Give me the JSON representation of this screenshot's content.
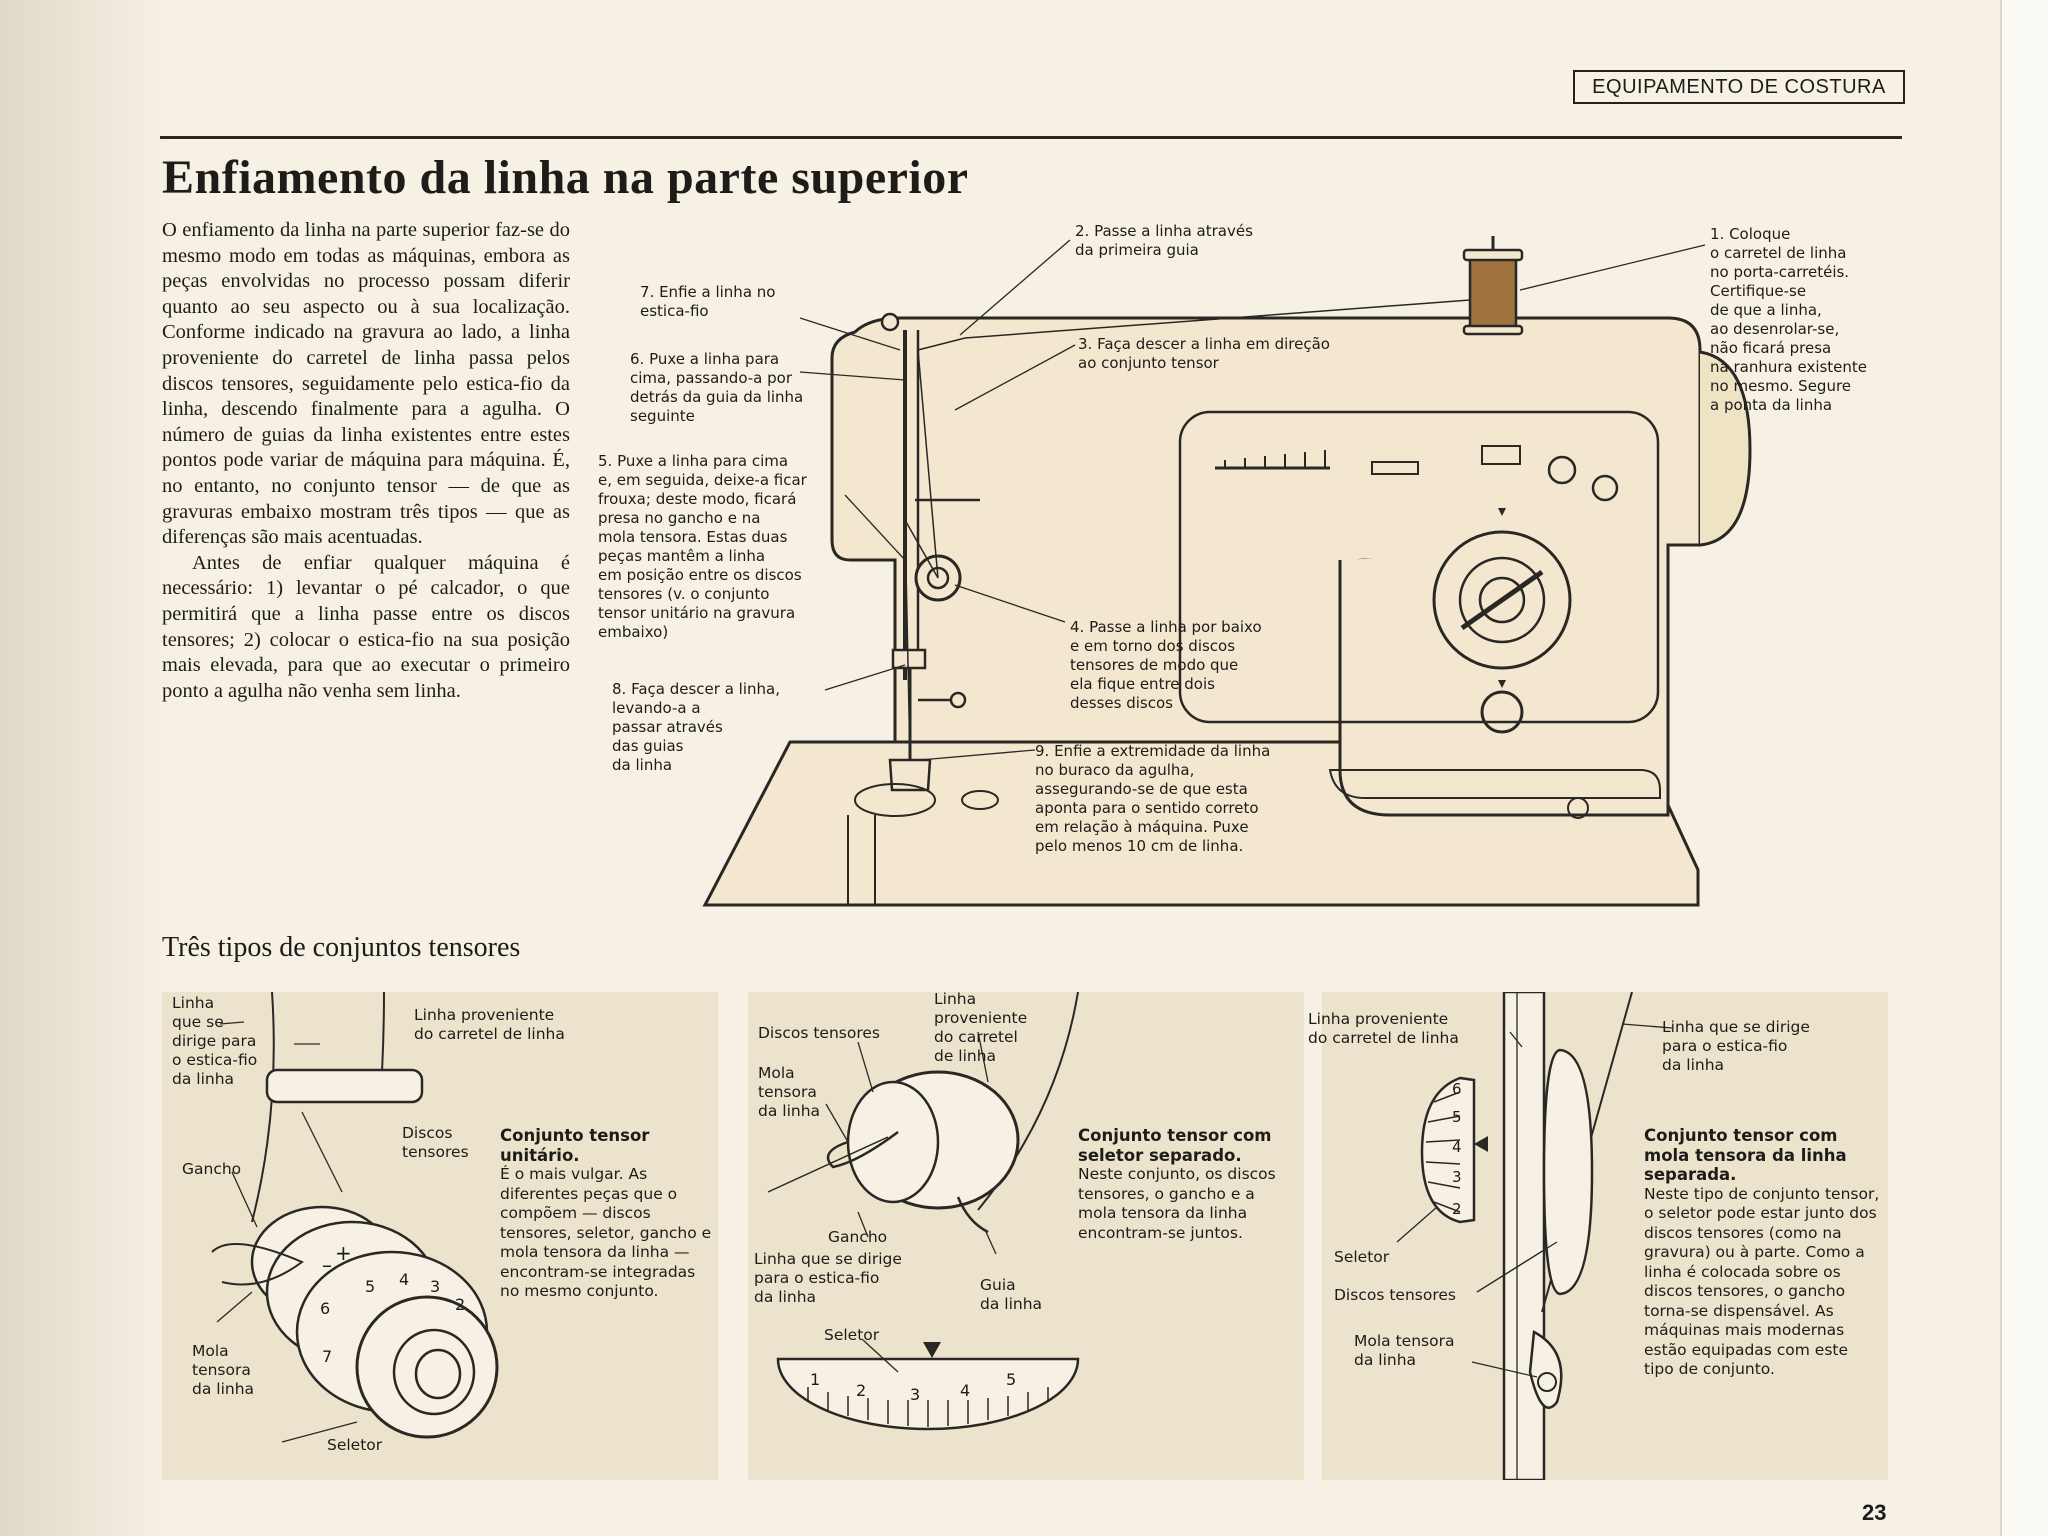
{
  "header": {
    "section_label": "EQUIPAMENTO DE COSTURA"
  },
  "title": "Enfiamento da linha na parte superior",
  "body": [
    "O enfiamento da linha na parte superior faz-se do mesmo modo em todas as máquinas, embora as peças envolvidas no processo possam diferir quanto ao seu aspecto ou à sua localização. Conforme indicado na gravura ao lado, a linha proveniente do carretel de linha passa pelos discos tensores, seguidamente pelo estica-fio da linha, descendo finalmente para a agulha. O número de guias da linha existentes entre estes pontos pode variar de máquina para máquina. É, no entanto, no conjunto tensor — de que as gravuras embaixo mostram três tipos — que as diferenças são mais acentuadas.",
    "Antes de enfiar qualquer máquina é necessário: 1) levantar o pé calcador, o que permitirá que a linha passe entre os discos tensores; 2) colocar o estica-fio na sua posição mais elevada, para que ao executar o primeiro ponto a agulha não venha sem linha."
  ],
  "steps": {
    "s1": "1. Coloque\no carretel de linha\nno porta-carretéis.\nCertifique-se\nde que a linha,\nao desenrolar-se,\nnão ficará presa\nna ranhura existente\nno mesmo. Segure\na ponta da linha",
    "s2": "2. Passe a linha através\nda primeira guia",
    "s3": "3. Faça descer a linha em direção\nao conjunto tensor",
    "s4": "4. Passe a linha por baixo\ne em torno dos discos\ntensores de modo que\nela fique entre dois\ndesses discos",
    "s5": "5. Puxe a linha para cima\ne, em seguida, deixe-a ficar\nfrouxa; deste modo, ficará\npresa no gancho e na\nmola tensora. Estas duas\npeças mantêm a linha\nem posição entre os discos\ntensores (v. o conjunto\ntensor unitário na gravura\nembaixo)",
    "s6": "6. Puxe a linha para\ncima, passando-a por\ndetrás da guia da linha\nseguinte",
    "s7": "7. Enfie a linha no\nestica-fio",
    "s8": "8. Faça descer a linha,\nlevando-a a\npassar através\ndas guias\nda linha",
    "s9": "9. Enfie a extremidade da linha\nno buraco da agulha,\nassegurando-se de que esta\naponta para o sentido correto\nem relação à máquina. Puxe\npelo menos 10 cm de linha."
  },
  "subheading": "Três tipos de conjuntos tensores",
  "panels": [
    {
      "labels": {
        "linha_estica": "Linha\nque se\ndirige para\no estica-fio\nda linha",
        "linha_carretel": "Linha proveniente\ndo carretel de linha",
        "discos": "Discos\ntensores",
        "gancho": "Gancho",
        "mola": "Mola\ntensora\nda linha",
        "seletor": "Seletor"
      },
      "dial_numbers": [
        "+",
        "–",
        "2",
        "3",
        "4",
        "5",
        "6",
        "7"
      ],
      "title": "Conjunto tensor unitário.",
      "text": "É o mais vulgar. As diferentes peças que o compõem — discos tensores, seletor, gancho e mola tensora da linha — encontram-se integradas no mesmo conjunto."
    },
    {
      "labels": {
        "discos": "Discos tensores",
        "linha_carretel": "Linha\nproveniente\ndo carretel\nde linha",
        "mola": "Mola\ntensora\nda linha",
        "gancho": "Gancho",
        "linha_estica": "Linha que se dirige\npara o estica-fio\nda linha",
        "guia": "Guia\nda linha",
        "seletor": "Seletor"
      },
      "dial_numbers": [
        "1",
        "2",
        "3",
        "4",
        "5"
      ],
      "title": "Conjunto tensor com seletor separado.",
      "text": "Neste conjunto, os discos tensores, o gancho e a mola tensora da linha encontram-se juntos."
    },
    {
      "labels": {
        "linha_carretel": "Linha proveniente\ndo carretel de linha",
        "linha_estica": "Linha que se dirige\npara o estica-fio\nda linha",
        "seletor": "Seletor",
        "discos": "Discos tensores",
        "mola": "Mola tensora\nda linha"
      },
      "dial_numbers": [
        "6",
        "5",
        "4",
        "3",
        "2"
      ],
      "title": "Conjunto tensor com mola tensora da linha separada.",
      "text": "Neste tipo de conjunto tensor, o seletor pode estar junto dos discos tensores (como na gravura) ou à parte. Como a linha é colocada sobre os discos tensores, o gancho torna-se dispensável. As máquinas mais modernas estão equipadas com este tipo de conjunto."
    }
  ],
  "page_number": "23"
}
